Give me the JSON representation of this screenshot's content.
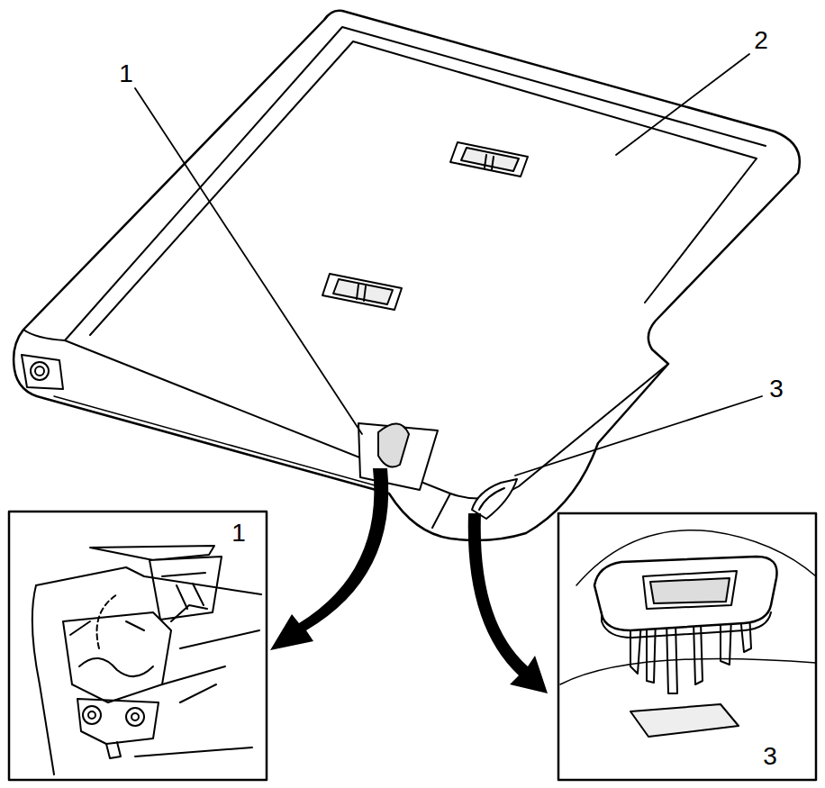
{
  "diagram": {
    "labels": [
      "2",
      "1",
      "3",
      "1",
      "3"
    ]
  }
}
